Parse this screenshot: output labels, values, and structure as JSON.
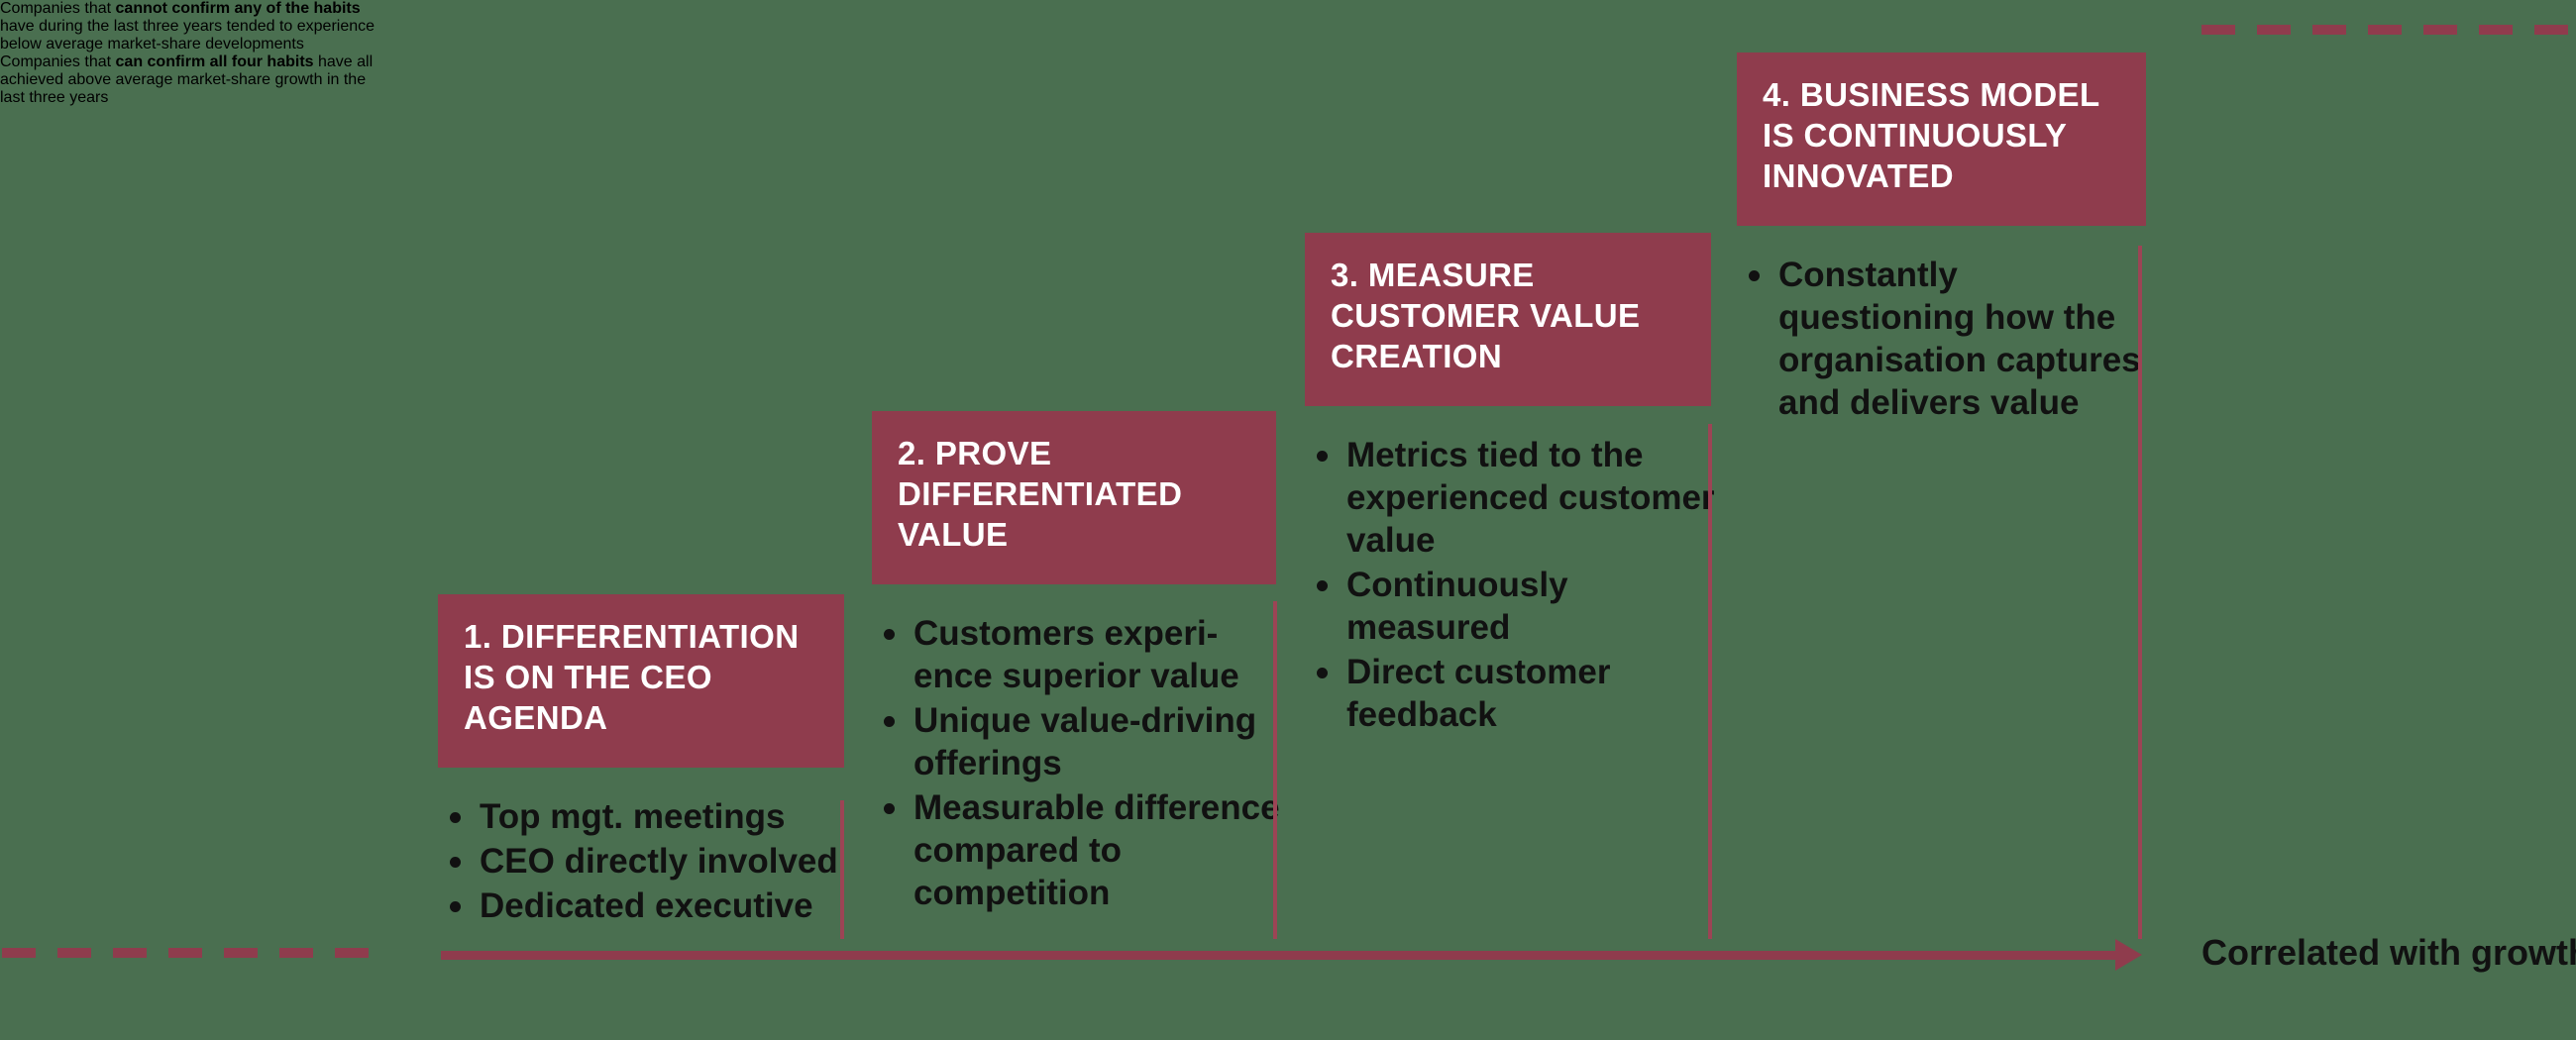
{
  "colors": {
    "background": "#4a6f50",
    "step_box": "#8f3c4d",
    "rule": "#9c4455",
    "text": "#111111",
    "step_title_text": "#ffffff"
  },
  "left_note": {
    "prefix": "Companies that ",
    "emphasis": "cannot confirm any of the habits",
    "suffix": " have during the last three years tended to experience below average market-share developments"
  },
  "right_note": {
    "prefix": "Companies that ",
    "emphasis": "can confirm all four habits",
    "suffix": " have all achieved above average market-share growth in the last three years"
  },
  "axis": {
    "label": "Correlated with growth"
  },
  "steps": [
    {
      "number": "1.",
      "title": "1. DIFFERENTIATION IS ON THE CEO AGENDA",
      "bullets": [
        "Top mgt. meetings",
        "CEO directly involved",
        "Dedicated executive"
      ]
    },
    {
      "number": "2.",
      "title": "2. PROVE DIFFERENTIATED VALUE",
      "bullets": [
        "Customers experi-ence superior value",
        "Unique value-driving offerings",
        "Measurable difference compared to competition"
      ]
    },
    {
      "number": "3.",
      "title": "3. MEASURE CUSTOMER VALUE CREATION",
      "bullets": [
        "Metrics tied to the experienced customer value",
        "Continuously measured",
        "Direct customer feedback"
      ]
    },
    {
      "number": "4.",
      "title": "4. BUSINESS MODEL IS CONTINUOUSLY INNOVATED",
      "bullets": [
        "Constantly questioning how the organisation captures and delivers value"
      ]
    }
  ]
}
